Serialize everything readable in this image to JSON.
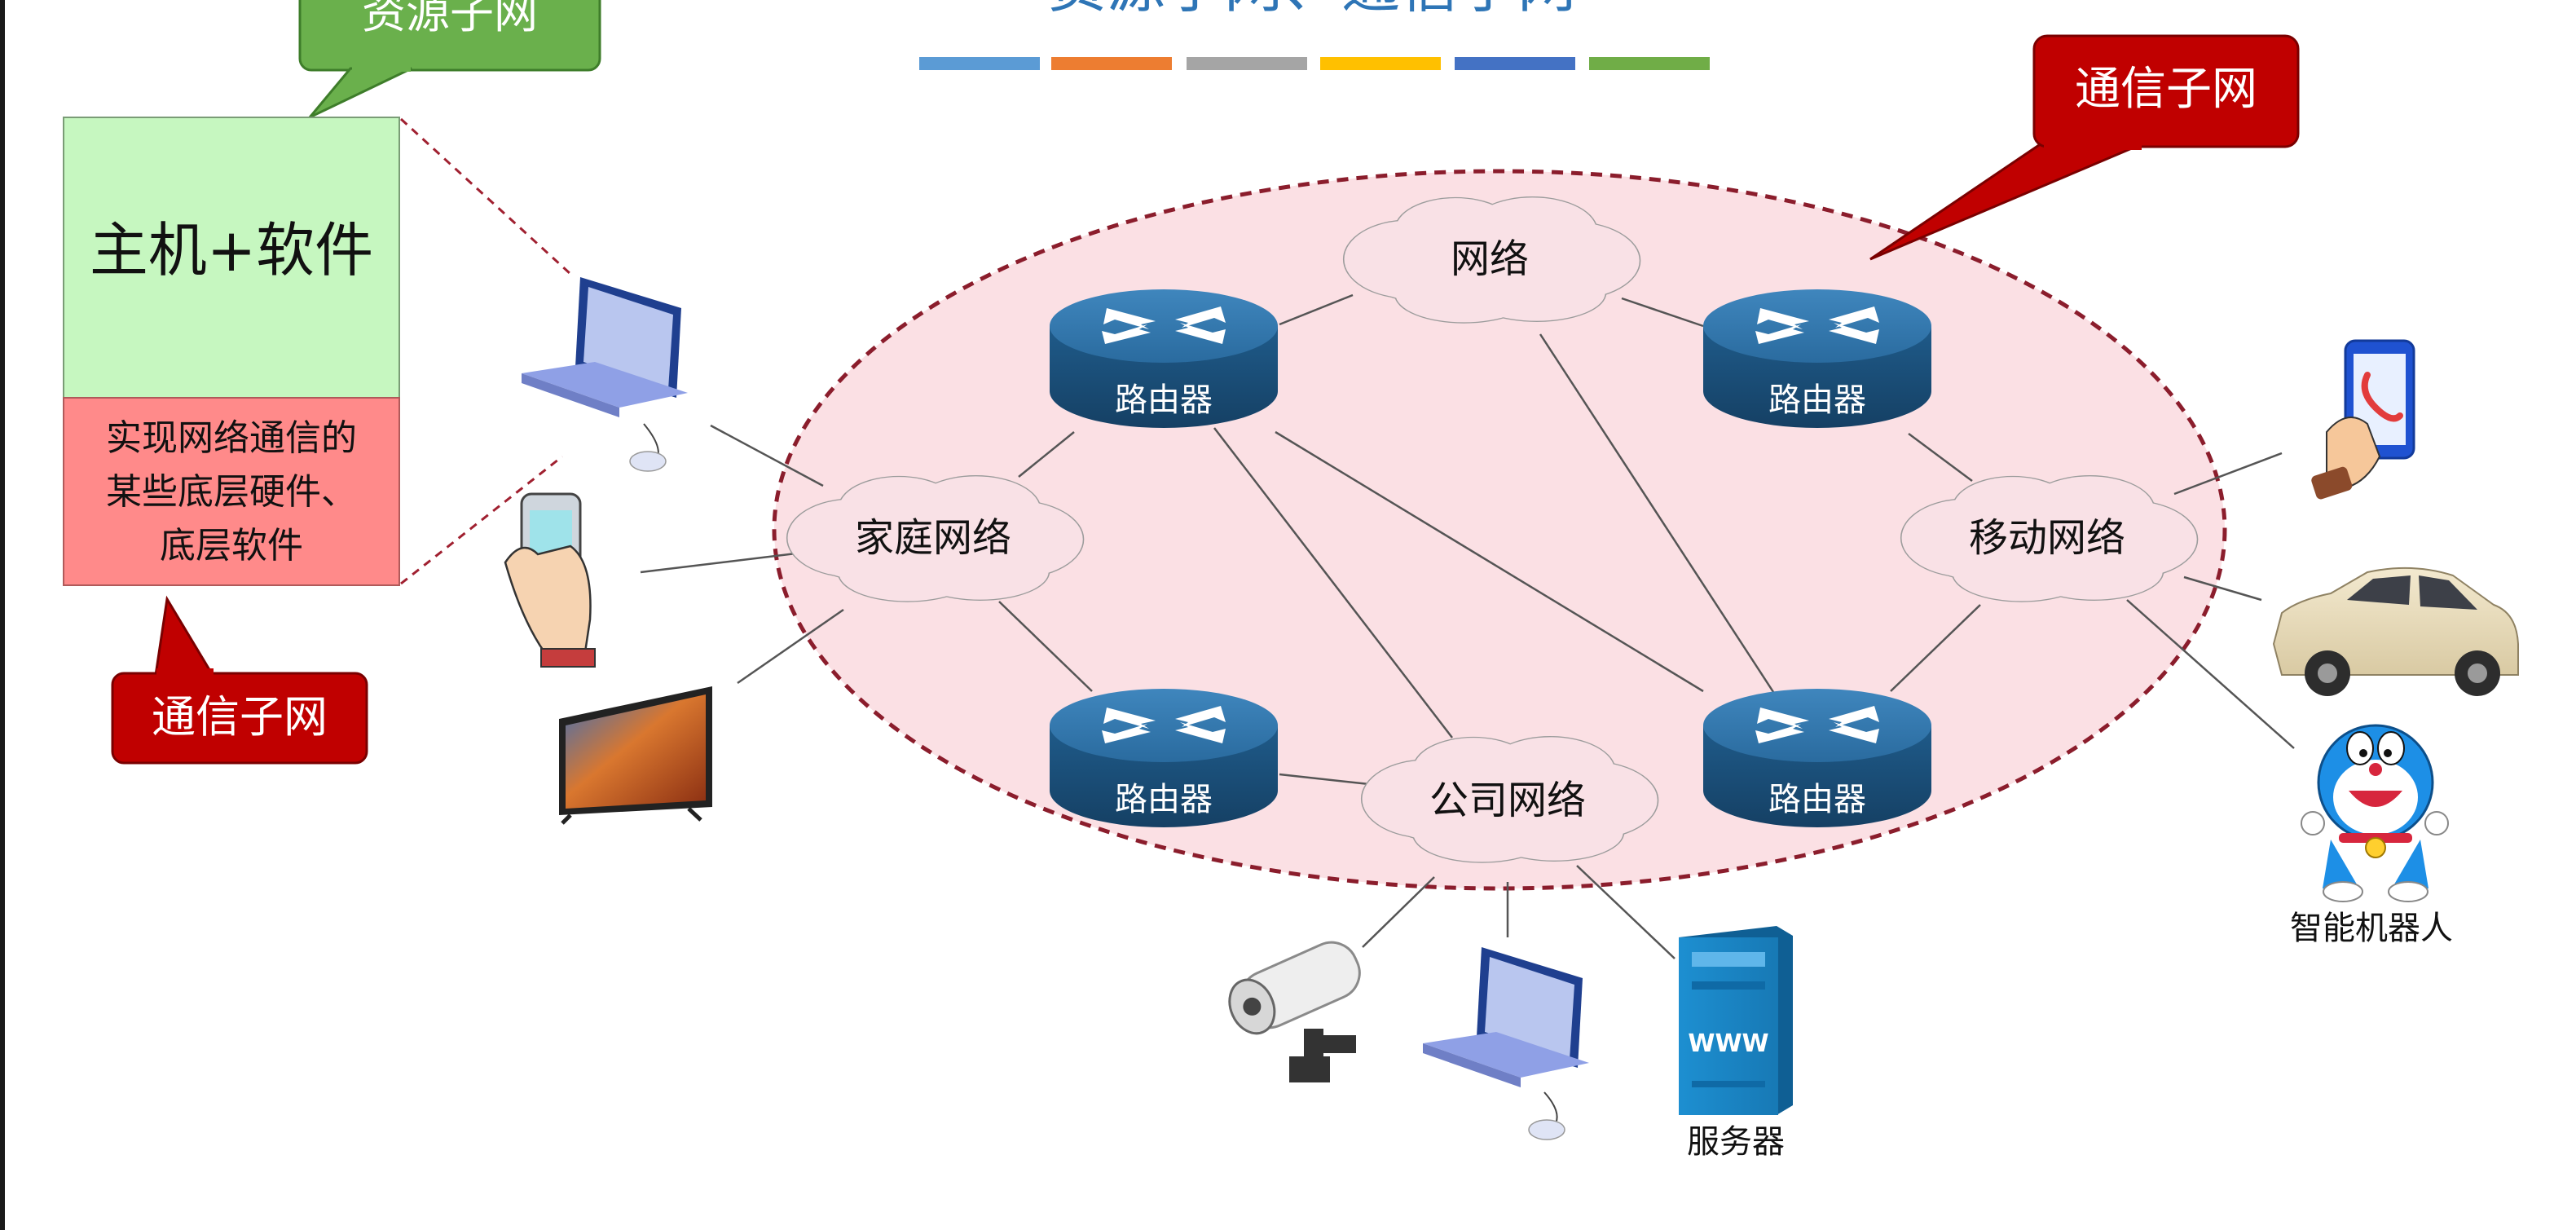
{
  "title": "资源子网、通信子网",
  "title_bar_colors": [
    "#5b9bd5",
    "#ed7d31",
    "#a5a5a5",
    "#ffc000",
    "#4472c4",
    "#70ad47"
  ],
  "legend": {
    "resource_callout": "资源子网",
    "host_box": "主机+软件",
    "comm_box_lines": [
      "实现网络通信的",
      "某些底层硬件、",
      "底层软件"
    ],
    "comm_callout": "通信子网"
  },
  "diagram": {
    "comm_subnet_callout": "通信子网",
    "clouds": {
      "internet": "网络",
      "home": "家庭网络",
      "mobile": "移动网络",
      "company": "公司网络"
    },
    "router_label": "路由器",
    "server_label": "服务器",
    "server_badge": "WWW",
    "robot_label": "智能机器人"
  },
  "colors": {
    "ellipse_fill": "#fbe0e4",
    "ellipse_stroke": "#8b1d2c",
    "host_green": "#c6f7c0",
    "comm_red": "#ff8a8a",
    "callout_green": "#6ab04c",
    "callout_red": "#c00000",
    "router_blue": "#2a6b9f",
    "title_blue": "#2e75b6"
  }
}
